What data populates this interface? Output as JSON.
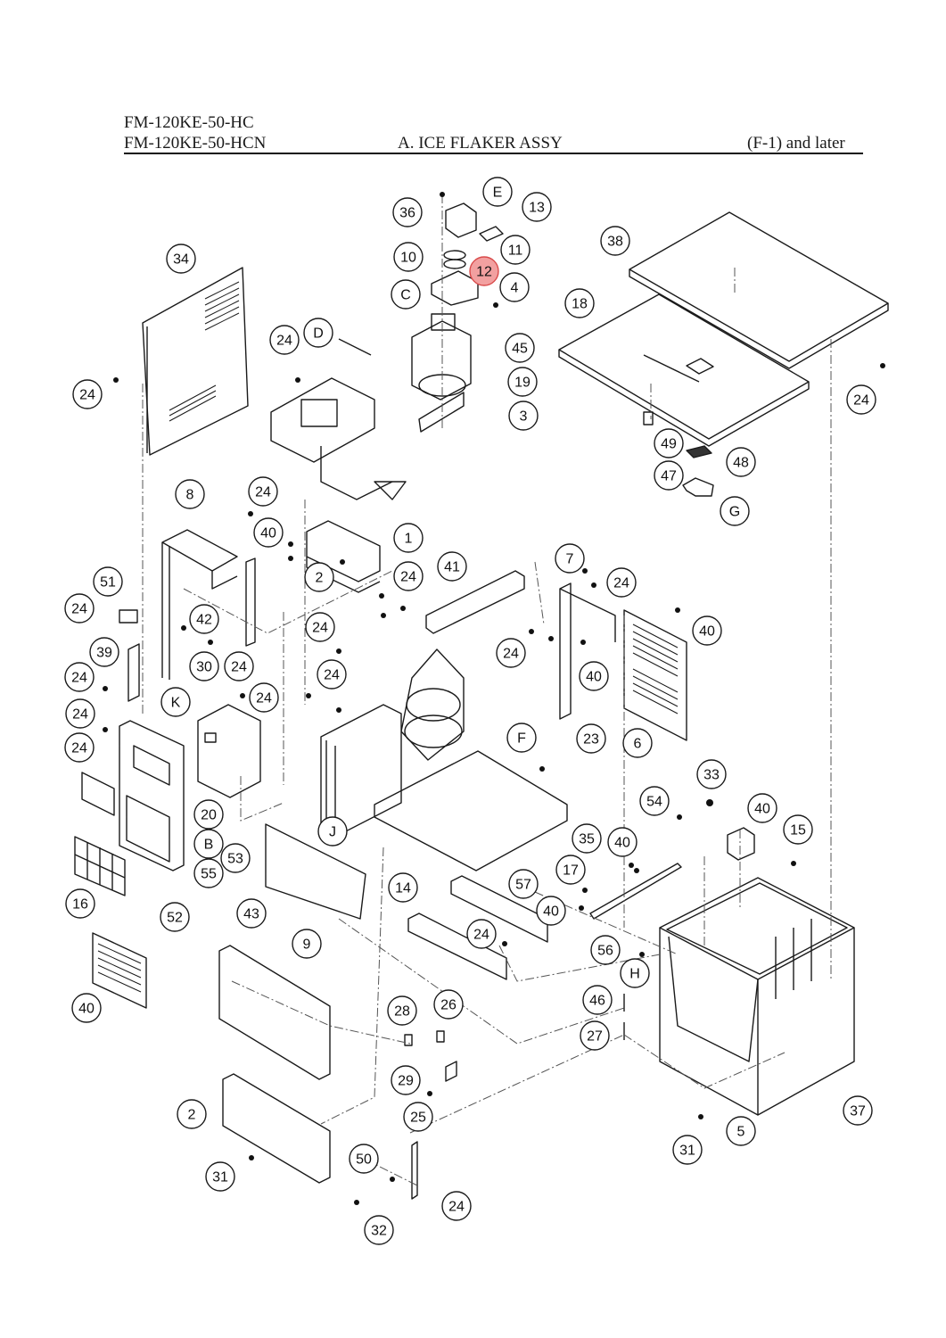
{
  "header": {
    "model_line_1": "FM-120KE-50-HC",
    "model_line_2": "FM-120KE-50-HCN",
    "title": "A. ICE FLAKER ASSY",
    "revision": "(F-1) and later"
  },
  "colors": {
    "line": "#1a1a1a",
    "leader": "#555555",
    "highlight_fill": "#f2a0a0",
    "highlight_stroke": "#d94a4a"
  },
  "highlighted_part": "12",
  "callouts": [
    {
      "label": "E"
    },
    {
      "label": "13"
    },
    {
      "label": "36"
    },
    {
      "label": "11"
    },
    {
      "label": "10"
    },
    {
      "label": "12",
      "highlight": true
    },
    {
      "label": "4"
    },
    {
      "label": "C"
    },
    {
      "label": "45"
    },
    {
      "label": "19"
    },
    {
      "label": "3"
    },
    {
      "label": "38"
    },
    {
      "label": "18"
    },
    {
      "label": "24"
    },
    {
      "label": "49"
    },
    {
      "label": "48"
    },
    {
      "label": "47"
    },
    {
      "label": "G"
    },
    {
      "label": "34"
    },
    {
      "label": "24"
    },
    {
      "label": "D"
    },
    {
      "label": "24"
    },
    {
      "label": "8"
    },
    {
      "label": "24"
    },
    {
      "label": "40"
    },
    {
      "label": "1"
    },
    {
      "label": "2"
    },
    {
      "label": "51"
    },
    {
      "label": "24"
    },
    {
      "label": "24"
    },
    {
      "label": "41"
    },
    {
      "label": "7"
    },
    {
      "label": "24"
    },
    {
      "label": "39"
    },
    {
      "label": "42"
    },
    {
      "label": "24"
    },
    {
      "label": "24"
    },
    {
      "label": "30"
    },
    {
      "label": "24"
    },
    {
      "label": "40"
    },
    {
      "label": "24"
    },
    {
      "label": "24"
    },
    {
      "label": "40"
    },
    {
      "label": "24"
    },
    {
      "label": "24"
    },
    {
      "label": "K"
    },
    {
      "label": "24"
    },
    {
      "label": "F"
    },
    {
      "label": "23"
    },
    {
      "label": "6"
    },
    {
      "label": "33"
    },
    {
      "label": "20"
    },
    {
      "label": "J"
    },
    {
      "label": "B"
    },
    {
      "label": "53"
    },
    {
      "label": "55"
    },
    {
      "label": "54"
    },
    {
      "label": "40"
    },
    {
      "label": "15"
    },
    {
      "label": "16"
    },
    {
      "label": "35"
    },
    {
      "label": "40"
    },
    {
      "label": "52"
    },
    {
      "label": "43"
    },
    {
      "label": "14"
    },
    {
      "label": "57"
    },
    {
      "label": "17"
    },
    {
      "label": "40"
    },
    {
      "label": "24"
    },
    {
      "label": "56"
    },
    {
      "label": "9"
    },
    {
      "label": "H"
    },
    {
      "label": "40"
    },
    {
      "label": "46"
    },
    {
      "label": "28"
    },
    {
      "label": "26"
    },
    {
      "label": "27"
    },
    {
      "label": "29"
    },
    {
      "label": "25"
    },
    {
      "label": "2"
    },
    {
      "label": "37"
    },
    {
      "label": "5"
    },
    {
      "label": "31"
    },
    {
      "label": "50"
    },
    {
      "label": "31"
    },
    {
      "label": "24"
    },
    {
      "label": "32"
    },
    {
      "label": "24"
    }
  ]
}
